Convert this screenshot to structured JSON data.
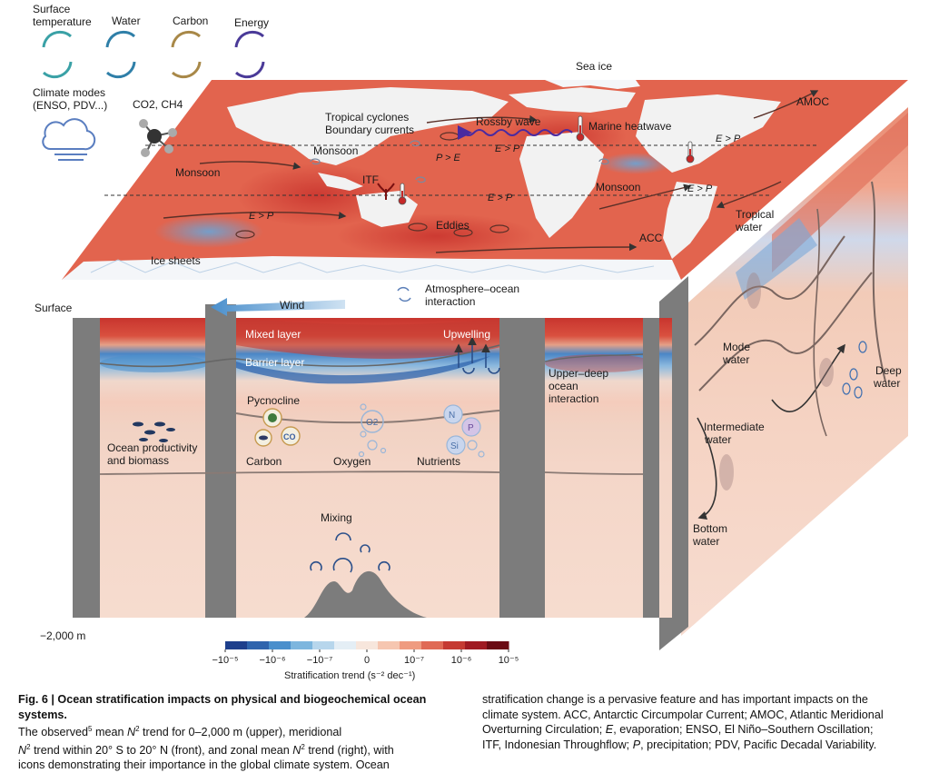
{
  "legend_cycles": {
    "surface_temperature": [
      "Surface",
      "temperature"
    ],
    "water": "Water",
    "carbon": "Carbon",
    "energy": "Energy",
    "climate_modes": [
      "Climate modes",
      "(ENSO, PDV...)"
    ],
    "gases": "CO2, CH4"
  },
  "top_face": {
    "sea_ice": "Sea ice",
    "amoc": "AMOC",
    "tropical_cyclones": "Tropical cyclones",
    "boundary_currents": "Boundary currents",
    "rossby_wave": "Rossby wave",
    "marine_heatwave": "Marine heatwave",
    "monsoon": "Monsoon",
    "itf": "ITF",
    "eddies": "Eddies",
    "acc": "ACC",
    "ice_sheets": "Ice sheets",
    "e_gt_p": "E > P",
    "p_gt_e": "P > E"
  },
  "front_face": {
    "surface": "Surface",
    "depth_bottom": "−2,000 m",
    "wind": "Wind",
    "atmosphere_ocean": [
      "Atmosphere–ocean",
      "interaction"
    ],
    "mixed_layer": "Mixed layer",
    "barrier_layer": "Barrier layer",
    "pycnocline": "Pycnocline",
    "upwelling": "Upwelling",
    "upper_deep": [
      "Upper–deep",
      "ocean",
      "interaction"
    ],
    "productivity": [
      "Ocean productivity",
      "and biomass"
    ],
    "carbon": "Carbon",
    "oxygen": "Oxygen",
    "nutrients": "Nutrients",
    "mixing": "Mixing",
    "co_icon": "CO",
    "o2_icon": "O2",
    "n_icon": "N",
    "p_icon": "P",
    "si_icon": "Si"
  },
  "right_face": {
    "tropical_water": [
      "Tropical",
      "water"
    ],
    "mode_water": [
      "Mode",
      "water"
    ],
    "deep_water": [
      "Deep",
      "water"
    ],
    "intermediate_water": [
      "Intermediate",
      "water"
    ],
    "bottom_water": [
      "Bottom",
      "water"
    ]
  },
  "colorbar": {
    "ticks": [
      "−10⁻⁵",
      "−10⁻⁶",
      "−10⁻⁷",
      "0",
      "10⁻⁷",
      "10⁻⁶",
      "10⁻⁵"
    ],
    "label": "Stratification trend (s⁻² dec⁻¹)",
    "colors": [
      "#1e3f8c",
      "#2f64ad",
      "#4a8fcc",
      "#7db6de",
      "#b7d6ec",
      "#e4eef5",
      "#f7e6dc",
      "#f6c6b0",
      "#ef9b80",
      "#e06a55",
      "#c53a32",
      "#9f1a22",
      "#6b0b14"
    ]
  },
  "caption": {
    "fig": "Fig. 6 |",
    "title": "Ocean stratification impacts on physical and biogeochemical ocean systems.",
    "left_1": "The observed",
    "ref": "5",
    "left_2": "mean",
    "left_3": "trend for 0–2,000 m (upper), meridional",
    "left_4": "trend within 20° S to 20° N (front), and zonal mean",
    "left_5": "trend (right), with",
    "left_6": "icons demonstrating their importance in the global climate system. Ocean",
    "right_1": "stratification change is a pervasive feature and has important impacts on the",
    "right_2": "climate system. ACC, Antarctic Circumpolar Current; AMOC, Atlantic Meridional",
    "right_3": "Overturning Circulation;",
    "right_3b": "E",
    "right_3c": ", evaporation; ENSO, El Niño–Southern Oscillation;",
    "right_4": "ITF, Indonesian Throughflow;",
    "right_4b": "P",
    "right_4c": ", precipitation; PDV, Pacific Decadal Variability.",
    "n2": "N",
    "sup2": "2"
  }
}
